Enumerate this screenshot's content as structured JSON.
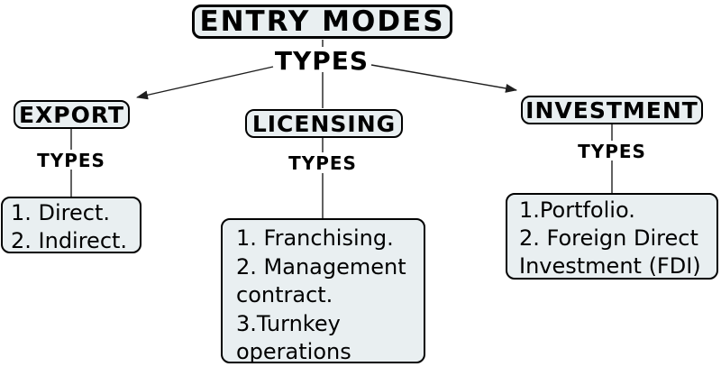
{
  "colors": {
    "box_fill": "#e9eff1",
    "box_border": "#000000",
    "connector": "#1f1f1f",
    "text": "#000000",
    "background": "#ffffff"
  },
  "root": {
    "label": "ENTRY MODES",
    "types_label": "TYPES"
  },
  "branches": [
    {
      "title": "EXPORT",
      "types_label": "TYPES",
      "lines": [
        "1. Direct.",
        "2. Indirect."
      ]
    },
    {
      "title": "LICENSING",
      "types_label": "TYPES",
      "lines": [
        "1. Franchising.",
        "2. Management",
        "contract.",
        "3.Turnkey",
        "operations"
      ]
    },
    {
      "title": "INVESTMENT",
      "types_label": "TYPES",
      "lines": [
        "1.Portfolio.",
        "2. Foreign Direct",
        "Investment (FDI)"
      ]
    }
  ]
}
